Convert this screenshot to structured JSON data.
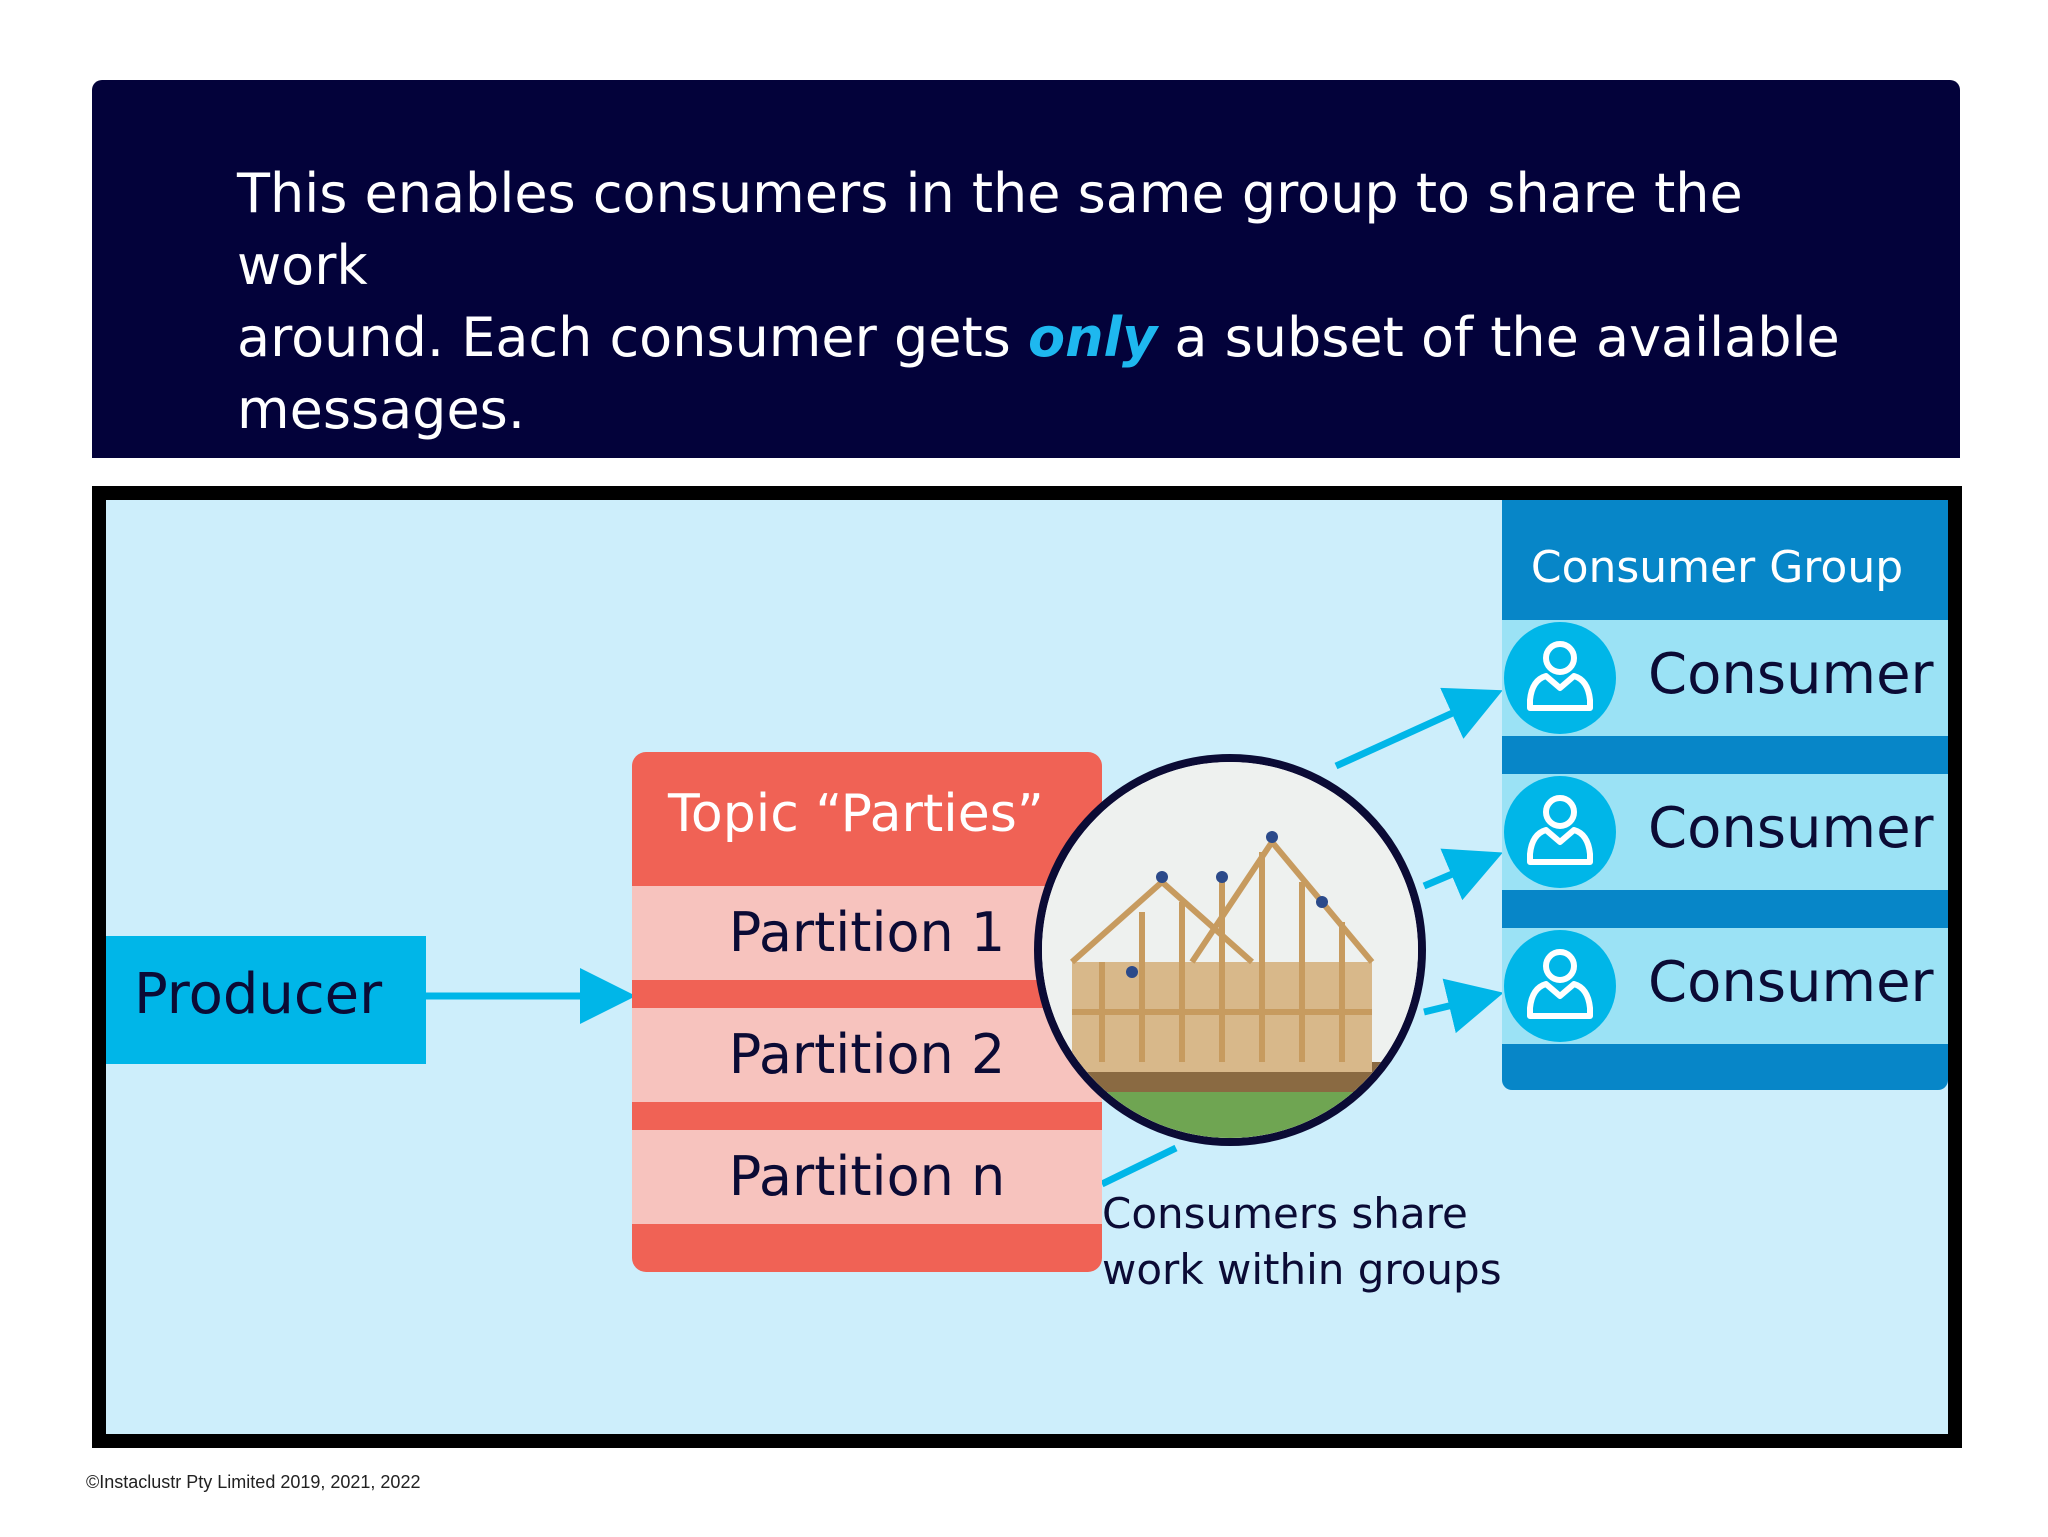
{
  "header": {
    "line1": "This enables consumers in the same group to share the work",
    "line2_before": "around. Each consumer gets ",
    "line2_emphasis": "only",
    "line2_after": " a subset of the  available",
    "line3": "messages."
  },
  "diagram": {
    "producer_label": "Producer",
    "topic_title": "Topic “Parties”",
    "partitions": [
      "Partition 1",
      "Partition 2",
      "Partition n"
    ],
    "caption_line1": "Consumers share",
    "caption_line2": "work within groups",
    "consumer_group_title": "Consumer Group",
    "consumers": [
      "Consumer",
      "Consumer",
      "Consumer"
    ]
  },
  "colors": {
    "header_bg": "#03023a",
    "emphasis": "#1eb8ef",
    "diagram_bg": "#cdeefb",
    "producer": "#00b6e8",
    "topic": "#f06255",
    "partition": "#f7c3be",
    "consumer_group": "#0786c8",
    "consumer": "#9be2f5",
    "arrow": "#00b6e8"
  },
  "footer": {
    "copyright": "©Instaclustr Pty Limited 2019, 2021, 2022"
  }
}
